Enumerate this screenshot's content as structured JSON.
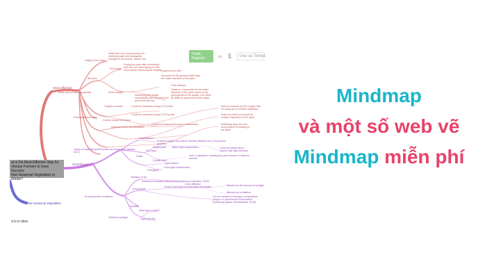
{
  "toolbar": {
    "public_label": "Public Diagram",
    "search_placeholder": "Use as Template"
  },
  "root": {
    "lines": [
      "at is the Most Effective Way for",
      "nhouse Farmers to have Success",
      "Non-Seasonal Vegetables in Winter?"
    ]
  },
  "branches": {
    "most_effective": "Most effective",
    "measures": "Meas-ures of effective growth",
    "height": "Height of the plant",
    "height_note": [
      "Ineffective as it only accounts for",
      "vertical growth and disregards",
      "changes in the leaves, flowers etc."
    ],
    "biomass": "Biomass",
    "dry_weight": "Dry weight",
    "dry_note": [
      "Drying the plant after removing it",
      "from the soil, then drying it in the",
      "oven before measuring its weight"
    ],
    "requires": "Requires more time",
    "accounts": [
      "Accounts for the growth better than",
      "the water retention of the plant"
    ],
    "fresh_weight": "Fresh weight",
    "fresh_note": [
      "Measuring the weight",
      "immediately after removing the",
      "plant from the soil"
    ],
    "time_eff": "Time-efficient",
    "however": [
      "However, it accounts for the water",
      "retention of the plant, which is not",
      "synonymous to its growth, but rather",
      "its ability to absorb and store water"
    ],
    "photo_rates": "Photosynthesis rates",
    "oxygen": "Oxygen increase",
    "o2_probe": "Could be measured using a O2 probe",
    "o2_need": [
      "Need to account for the oxygen that",
      "it's using up for cellular respiration"
    ],
    "co2": "Carbon dioxide decrease",
    "co2_probe": "Could be measured using a CO2 probe",
    "co2_need": [
      "Does not need to account for",
      "cellular respiration of the plant"
    ],
    "tensio": "Could be measured through a tensiometer",
    "tensio_note": [
      "Reflecting upon the soil",
      "environment of residing in",
      "the plant"
    ],
    "moisture": "Moisture of the soil decreases",
    "greenhouse": "Greenhouse",
    "types": [
      "Types of materials greenhouses are made from (Baylan,",
      "2017)"
    ],
    "polyeth": "Polyethylene",
    "polyeth_note": [
      "Enables oxygen and carbon dioxide diffusion due to its porous",
      "property"
    ],
    "two_layer": "Two layer",
    "single_pane": "Single pane",
    "better_light": "Better light transmission",
    "good_plants": [
      "Good for plants which",
      "require high light intensity"
    ],
    "glass": "Glass",
    "double_pane": "Double pane",
    "insulation": [
      "Acts in insulation, enabling the greenhouse to retain its",
      "warmer"
    ],
    "light_scatter": "Light scatters",
    "good_light": "Good light transmission",
    "fiberglass": "Fiberglass",
    "variation": "Variation of air",
    "humidity_inf": "Influences humidity (Department of Primary Industries, 2020)",
    "good_diff": "Good diffusion",
    "temperature": "Temperature",
    "factors": "Factors that lead to temperature fluctuation",
    "sunlight": "Affected by the amount of sunlight",
    "ventilation": "Affected by ventilation",
    "env_cond": "Environmental conditions",
    "measured_temp": [
      "Can be measured through a temperature",
      "gauge in a greenhouse temperature",
      "monitoring system (Ravishankar, 2018)"
    ],
    "humidity": "Humidity",
    "what_light": "What type of light?",
    "sufficient": "Sufficient sunlight",
    "light_intensity": "Light intensity",
    "non_seasonal": "Non-seasonal Vegetables",
    "footer": "d is in idea"
  },
  "headline": {
    "line1": "Mindmap",
    "line2": "và một số web vẽ",
    "line3_a": "Mindmap",
    "line3_b": "miễn phí"
  },
  "colors": {
    "teal": "#19b5c9",
    "pink": "#e8426a",
    "red_branch": "#e07a7a",
    "purple_branch": "#c77be0",
    "blue_branch": "#6b6bd6"
  }
}
